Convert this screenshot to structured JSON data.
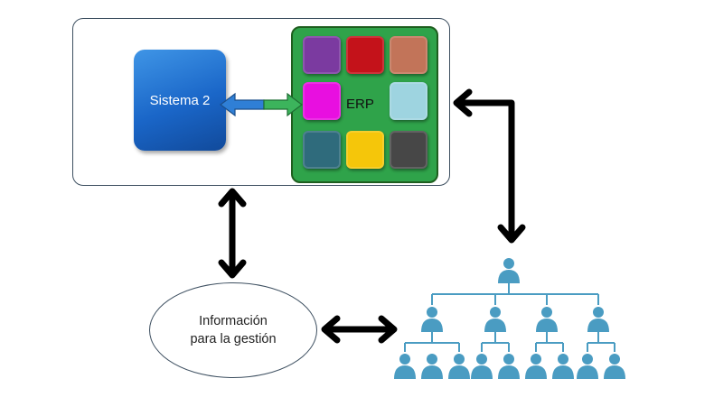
{
  "sistema": {
    "label": "Sistema 2"
  },
  "erp": {
    "label": "ERP",
    "tiles": [
      {
        "color": "#7b3aa0",
        "icon": "tile-purple"
      },
      {
        "color": "#c4121a",
        "icon": "tile-red"
      },
      {
        "color": "#c27459",
        "icon": "tile-terracotta"
      },
      {
        "color": "#e80fe0",
        "icon": "tile-magenta"
      },
      {
        "color": "#9ed4e0",
        "icon": "tile-light-blue"
      },
      {
        "color": "#2f6b7c",
        "icon": "tile-teal"
      },
      {
        "color": "#f5c60a",
        "icon": "tile-yellow"
      },
      {
        "color": "#474747",
        "icon": "tile-dark-gray"
      }
    ]
  },
  "info": {
    "line1": "Información",
    "line2": "para la gestión"
  },
  "colors": {
    "frame_border": "#3d4f60",
    "erp_green": "#2fa34a",
    "org_chart": "#4a9cc2",
    "arrow": "#000000"
  }
}
